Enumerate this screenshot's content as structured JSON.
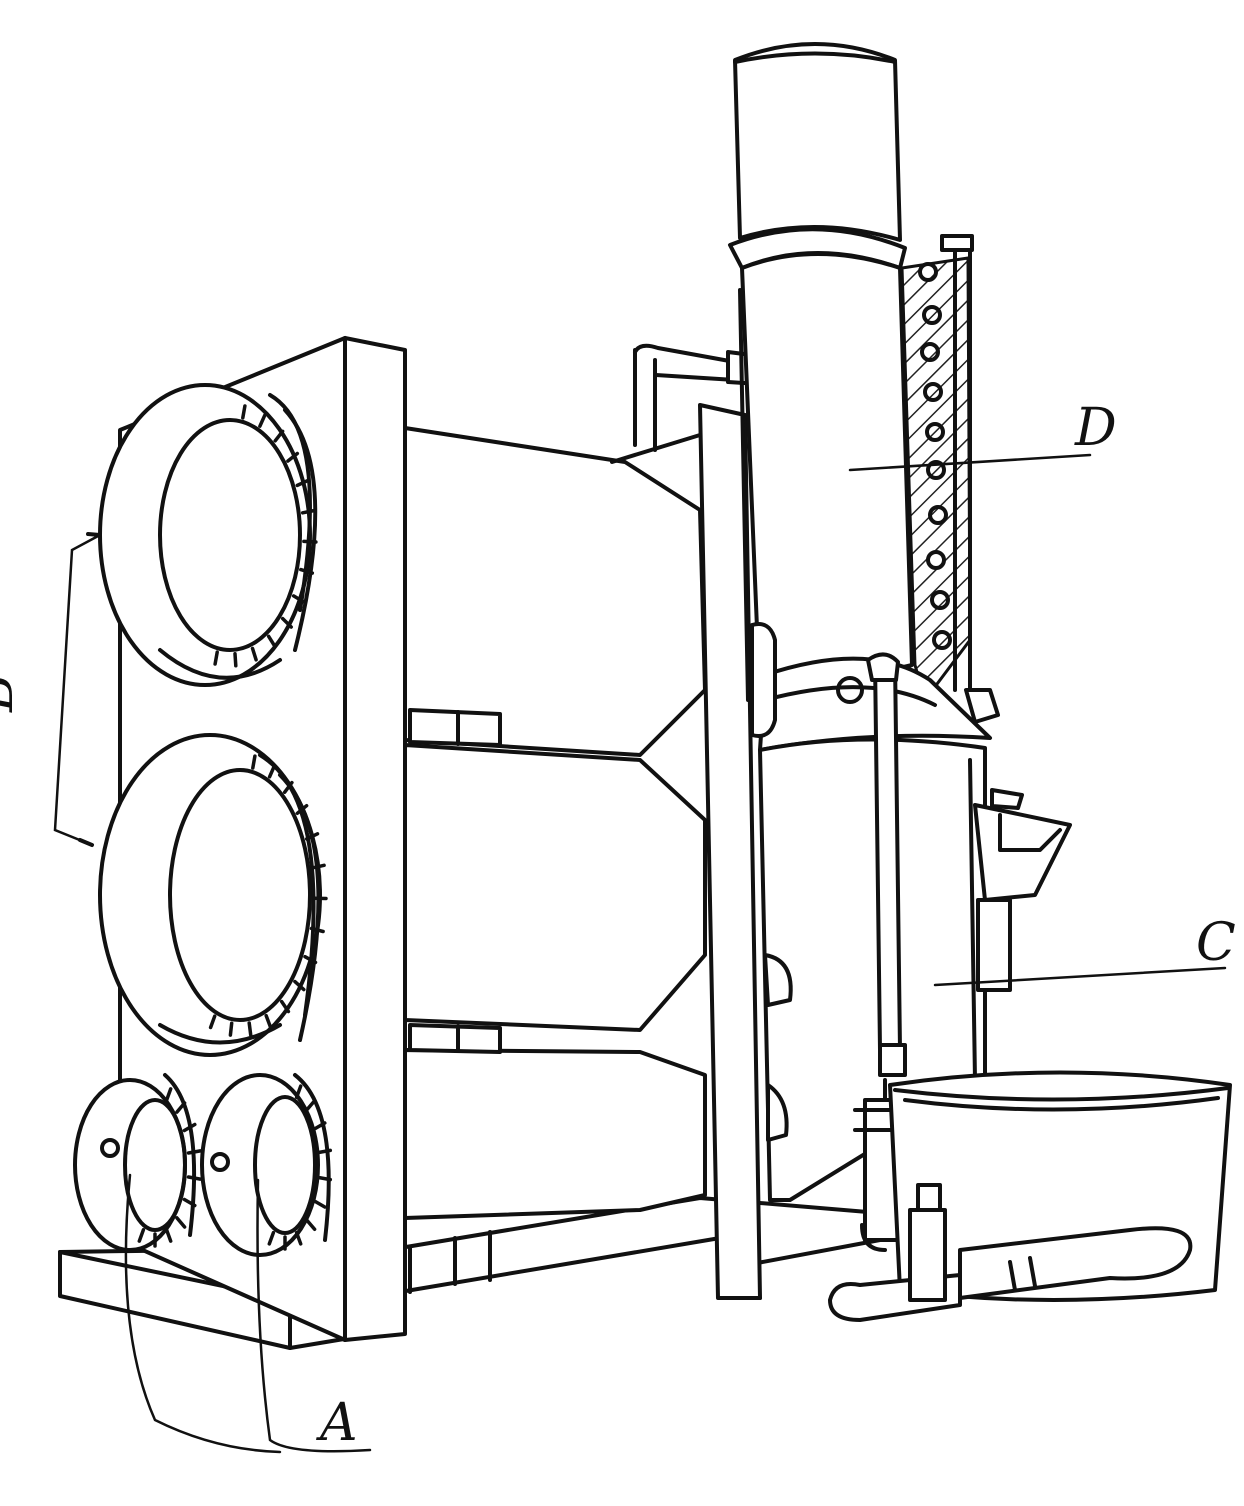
{
  "labels": {
    "A": "A",
    "B": "B",
    "C": "C",
    "D": "D"
  }
}
